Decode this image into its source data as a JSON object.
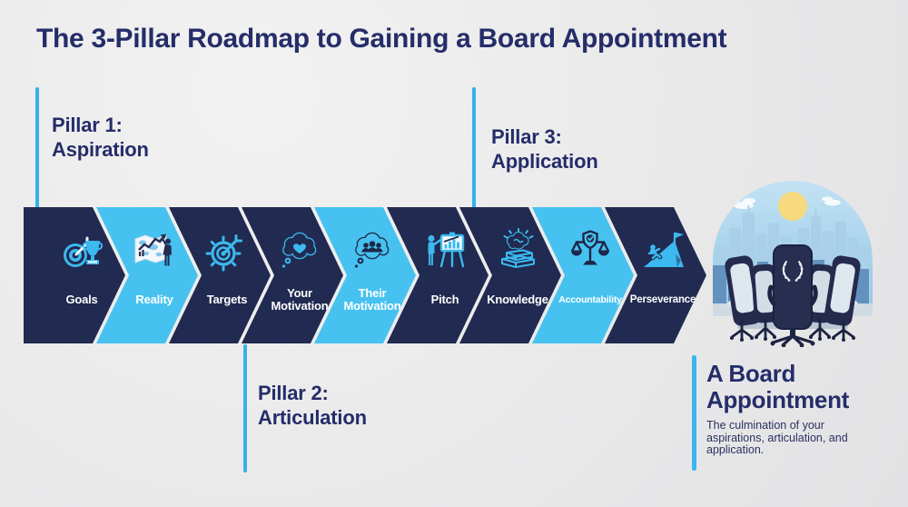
{
  "title": "The 3-Pillar Roadmap to Gaining a Board Appointment",
  "pillars": [
    {
      "name": "Pillar 1:",
      "theme": "Aspiration",
      "label_position": "above-steps-1-3"
    },
    {
      "name": "Pillar 2:",
      "theme": "Articulation",
      "label_position": "below-steps-4-6"
    },
    {
      "name": "Pillar 3:",
      "theme": "Application",
      "label_position": "above-steps-7-9"
    }
  ],
  "steps": [
    {
      "label": "Goals",
      "icon": "target-trophy-icon",
      "pillar": 1,
      "tone": "dark"
    },
    {
      "label": "Reality",
      "icon": "map-analysis-person-icon",
      "pillar": 1,
      "tone": "light"
    },
    {
      "label": "Targets",
      "icon": "dartboard-arrow-icon",
      "pillar": 1,
      "tone": "dark"
    },
    {
      "label": "Your Motivation",
      "icon": "thought-bubble-heart-icon",
      "pillar": 2,
      "tone": "dark"
    },
    {
      "label": "Their Motivation",
      "icon": "thought-bubble-people-icon",
      "pillar": 2,
      "tone": "light"
    },
    {
      "label": "Pitch",
      "icon": "presenter-flipchart-icon",
      "pillar": 2,
      "tone": "dark"
    },
    {
      "label": "Knowledge",
      "icon": "brain-books-icon",
      "pillar": 3,
      "tone": "dark"
    },
    {
      "label": "Accountability",
      "icon": "scales-shield-check-icon",
      "pillar": 3,
      "tone": "light"
    },
    {
      "label": "Perseverance",
      "icon": "mountain-flag-climber-icon",
      "pillar": 3,
      "tone": "dark"
    }
  ],
  "result": {
    "heading": "A Board Appointment",
    "description": "The culmination of your aspirations, articulation, and application.",
    "illustration": "boardroom-table-with-city-skyline-and-laurel-chair"
  },
  "colors": {
    "navy_chevron": "#212a50",
    "light_blue_chevron": "#47c2f0",
    "icon_blue": "#3cb9ee",
    "connector_line_blue": "#35b2ea",
    "heading_navy": "#252d69",
    "background_gray": "#e9e9ea",
    "sun_yellow": "#f7d97e",
    "sky_blue": "#9fd0ea"
  }
}
